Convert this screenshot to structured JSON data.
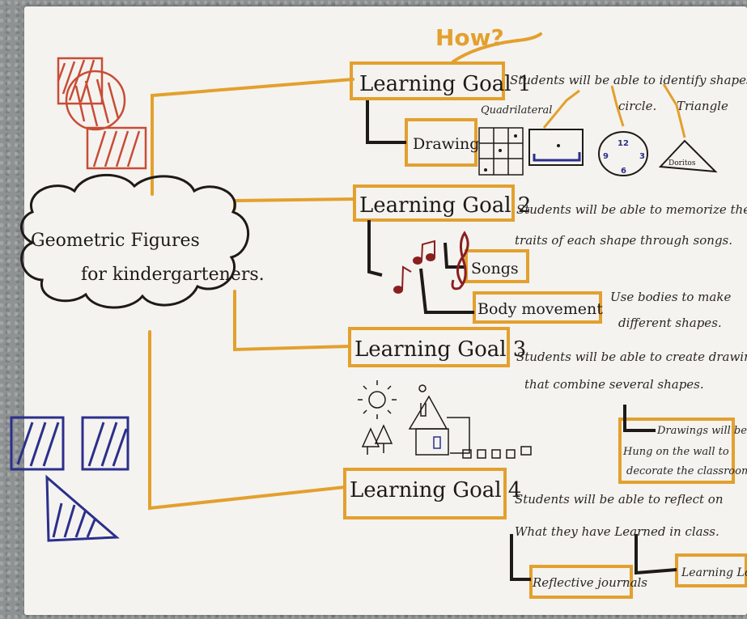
{
  "central_topic": {
    "line1": "Geometric Figures",
    "line2": "for kindergarteners."
  },
  "how_label": "How?",
  "goals": [
    {
      "label": "Learning Goal 1",
      "description_lines": [
        "Students will be able to identify shapes."
      ],
      "sub_items": [
        {
          "label": "Drawing"
        }
      ],
      "shape_labels": [
        "Quadrilateral",
        "circle.",
        "Triangle"
      ],
      "clock_numbers": [
        "12",
        "3",
        "6",
        "9"
      ],
      "triangle_text": "Doritos"
    },
    {
      "label": "Learning Goal 2",
      "description_lines": [
        "Students will be able to memorize the",
        "traits of each shape through songs."
      ],
      "sub_items": [
        {
          "label": "Songs"
        },
        {
          "label": "Body movement"
        }
      ],
      "body_movement_note_lines": [
        "Use bodies to make",
        "different shapes."
      ]
    },
    {
      "label": "Learning Goal 3",
      "description_lines": [
        "Students will be able to create drawings",
        "that combine several shapes."
      ],
      "sub_items": [
        {
          "label_lines": [
            "Drawings will be",
            "Hung on the wall to",
            "decorate the classroom"
          ]
        }
      ]
    },
    {
      "label": "Learning Goal 4",
      "description_lines": [
        "Students will be able to reflect on",
        "What they have Learned in class."
      ],
      "sub_items": [
        {
          "label": "Reflective journals"
        },
        {
          "label": "Learning Log"
        }
      ]
    }
  ],
  "colors": {
    "branch": "#e3a02e",
    "ink": "#1e1a18",
    "red": "#c84c36",
    "blue": "#2b2f8c",
    "song": "#8a1f1f"
  }
}
